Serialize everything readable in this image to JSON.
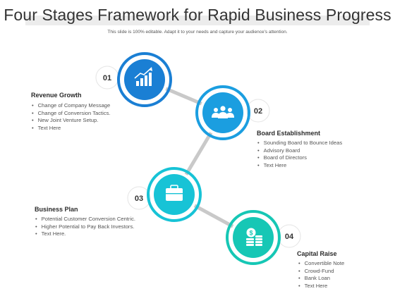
{
  "title": "Four Stages Framework for Rapid Business Progress",
  "subtitle": "This slide is 100% editable. Adapt it to your needs and capture your audience's attention.",
  "stages": [
    {
      "number": "01",
      "heading": "Revenue Growth",
      "icon": "growth-chart-icon",
      "items": [
        "Change of Company Message",
        "Change of Conversion Tactics.",
        "New Joint Venture Setup.",
        "Text Here"
      ]
    },
    {
      "number": "02",
      "heading": "Board Establishment",
      "icon": "team-icon",
      "items": [
        "Sounding Board to Bounce Ideas",
        "Advisory Board",
        "Board of Directors",
        "Text Here"
      ]
    },
    {
      "number": "03",
      "heading": "Business Plan",
      "icon": "briefcase-icon",
      "items": [
        "Potential Customer Conversion Centric.",
        "Higher Potential to Pay Back Investors.",
        "Text Here."
      ]
    },
    {
      "number": "04",
      "heading": "Capital Raise",
      "icon": "coins-icon",
      "items": [
        "Convertible Note",
        "Crowd-Fund",
        "Bank Loan",
        "Text Here"
      ]
    }
  ],
  "colors": {
    "stage1": "#1a7fd4",
    "stage2": "#1b9ee0",
    "stage3": "#17c3d6",
    "stage4": "#16c7b5",
    "connector": "#c9c9c9"
  }
}
